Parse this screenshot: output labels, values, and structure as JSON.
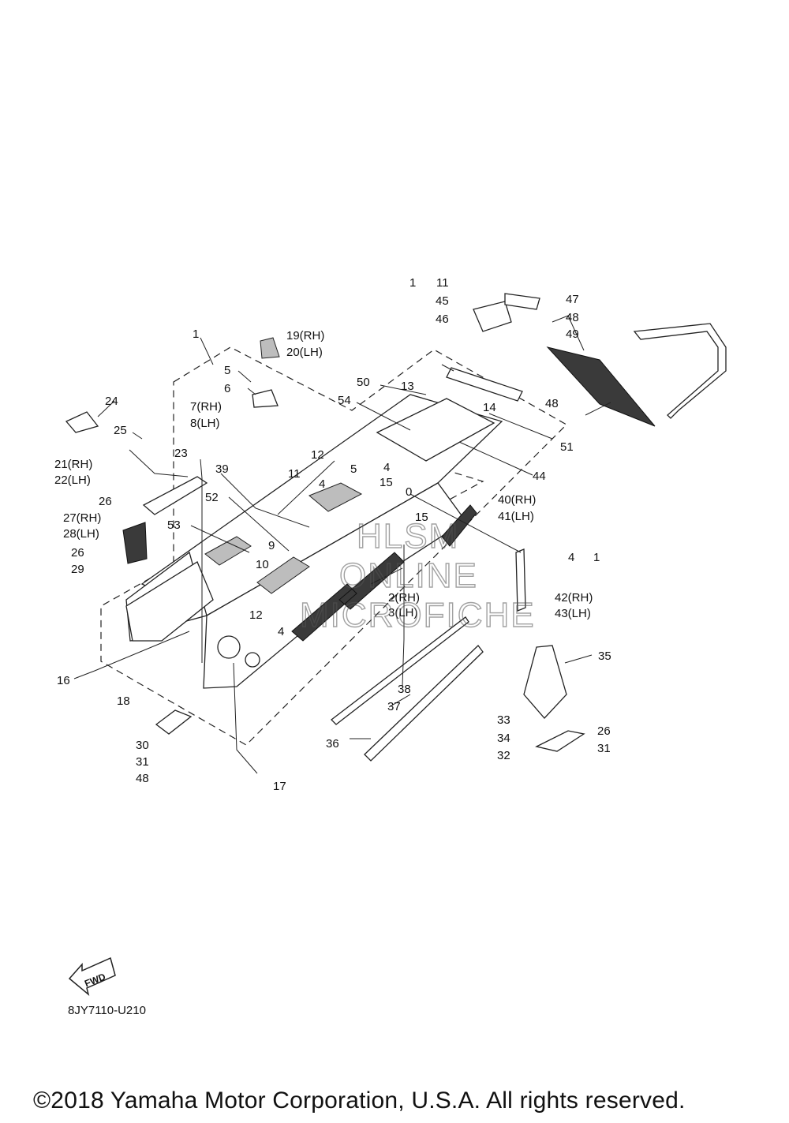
{
  "labels": [
    {
      "id": "1a",
      "text": "1"
    },
    {
      "id": "1b",
      "text": "1"
    },
    {
      "id": "1c",
      "text": "1"
    },
    {
      "id": "2",
      "text": "2(RH)"
    },
    {
      "id": "3",
      "text": "3(LH)"
    },
    {
      "id": "4a",
      "text": "4"
    },
    {
      "id": "4b",
      "text": "4"
    },
    {
      "id": "4c",
      "text": "4"
    },
    {
      "id": "4d",
      "text": "4"
    },
    {
      "id": "5a",
      "text": "5"
    },
    {
      "id": "5b",
      "text": "5"
    },
    {
      "id": "6",
      "text": "6"
    },
    {
      "id": "7",
      "text": "7(RH)"
    },
    {
      "id": "8",
      "text": "8(LH)"
    },
    {
      "id": "9",
      "text": "9"
    },
    {
      "id": "10",
      "text": "10"
    },
    {
      "id": "11a",
      "text": "11"
    },
    {
      "id": "11b",
      "text": "11"
    },
    {
      "id": "12a",
      "text": "12"
    },
    {
      "id": "12b",
      "text": "12"
    },
    {
      "id": "13",
      "text": "13"
    },
    {
      "id": "14",
      "text": "14"
    },
    {
      "id": "15a",
      "text": "15"
    },
    {
      "id": "15b",
      "text": "15"
    },
    {
      "id": "16",
      "text": "16"
    },
    {
      "id": "17",
      "text": "17"
    },
    {
      "id": "18",
      "text": "18"
    },
    {
      "id": "19",
      "text": "19(RH)"
    },
    {
      "id": "20",
      "text": "20(LH)"
    },
    {
      "id": "21",
      "text": "21(RH)"
    },
    {
      "id": "22",
      "text": "22(LH)"
    },
    {
      "id": "23",
      "text": "23"
    },
    {
      "id": "24",
      "text": "24"
    },
    {
      "id": "25",
      "text": "25"
    },
    {
      "id": "26a",
      "text": "26"
    },
    {
      "id": "26b",
      "text": "26"
    },
    {
      "id": "26c",
      "text": "26"
    },
    {
      "id": "27",
      "text": "27(RH)"
    },
    {
      "id": "28",
      "text": "28(LH)"
    },
    {
      "id": "29",
      "text": "29"
    },
    {
      "id": "30",
      "text": "30"
    },
    {
      "id": "31a",
      "text": "31"
    },
    {
      "id": "31b",
      "text": "31"
    },
    {
      "id": "32",
      "text": "32"
    },
    {
      "id": "33",
      "text": "33"
    },
    {
      "id": "34",
      "text": "34"
    },
    {
      "id": "35",
      "text": "35"
    },
    {
      "id": "36",
      "text": "36"
    },
    {
      "id": "37",
      "text": "37"
    },
    {
      "id": "38",
      "text": "38"
    },
    {
      "id": "39",
      "text": "39"
    },
    {
      "id": "40",
      "text": "40(RH)"
    },
    {
      "id": "41",
      "text": "41(LH)"
    },
    {
      "id": "42",
      "text": "42(RH)"
    },
    {
      "id": "43",
      "text": "43(LH)"
    },
    {
      "id": "44",
      "text": "44"
    },
    {
      "id": "45",
      "text": "45"
    },
    {
      "id": "46",
      "text": "46"
    },
    {
      "id": "47",
      "text": "47"
    },
    {
      "id": "48a",
      "text": "48"
    },
    {
      "id": "48b",
      "text": "48"
    },
    {
      "id": "48c",
      "text": "48"
    },
    {
      "id": "49",
      "text": "49"
    },
    {
      "id": "50",
      "text": "50"
    },
    {
      "id": "51",
      "text": "51"
    },
    {
      "id": "52",
      "text": "52"
    },
    {
      "id": "53",
      "text": "53"
    },
    {
      "id": "54",
      "text": "54"
    },
    {
      "id": "0",
      "text": "0"
    }
  ],
  "watermark": [
    "HLSM",
    "ONLINE",
    "MICROFICHE"
  ],
  "fwd_arrow": "FWD",
  "diagram_code": "8JY7110-U210",
  "copyright": "©2018 Yamaha Motor Corporation, U.S.A. All rights reserved."
}
